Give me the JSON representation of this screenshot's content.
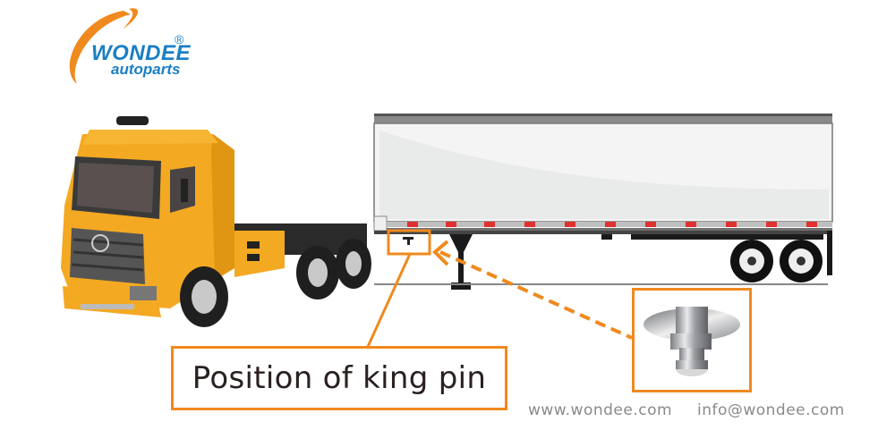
{
  "logo": {
    "brand": "WONDEE",
    "subtitle": "autoparts",
    "registered_mark": "®",
    "colors": {
      "text": "#1a7fc4",
      "swoosh": "#f0891e"
    }
  },
  "illustration": {
    "tractor": "yellow-tractor-unit",
    "trailer": "white-semi-trailer",
    "king_pin_highlight": "orange-box-under-trailer-front",
    "accent_color": "#f0891e"
  },
  "callout": {
    "label": "Position of king pin"
  },
  "product_inset": {
    "item": "king-pin-part-photo"
  },
  "footer": {
    "website": "www.wondee.com",
    "email": "info@wondee.com"
  }
}
